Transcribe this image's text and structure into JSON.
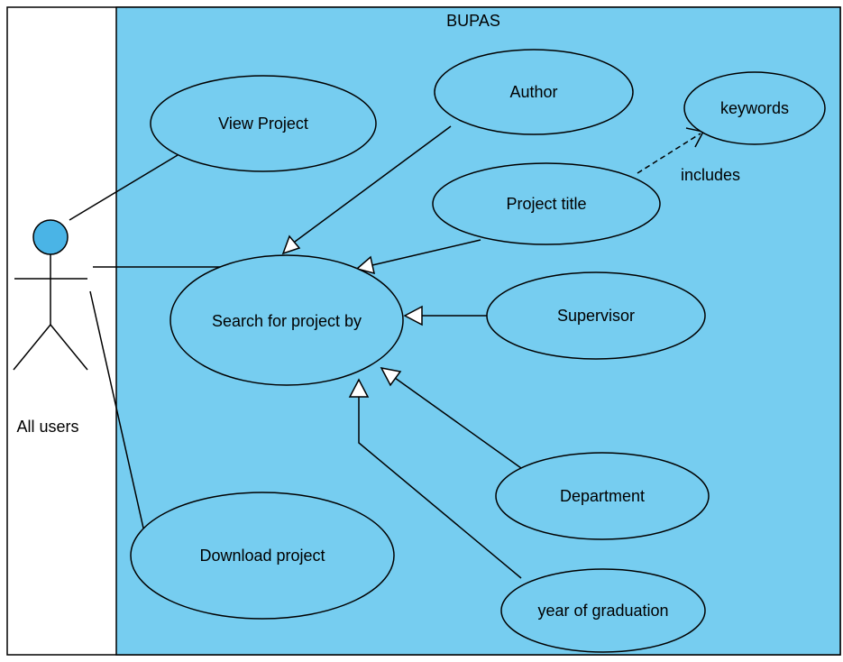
{
  "system": {
    "name": "BUPAS",
    "fill_color": "#76cdf0"
  },
  "actor": {
    "name": "All users",
    "head_color": "#4ab4e6"
  },
  "use_cases": {
    "view_project": "View Project",
    "author": "Author",
    "keywords": "keywords",
    "project_title": "Project title",
    "search": "Search for project by",
    "supervisor": "Supervisor",
    "department": "Department",
    "download": "Download project",
    "year": "year of graduation"
  },
  "relations": {
    "includes_label": "includes"
  }
}
